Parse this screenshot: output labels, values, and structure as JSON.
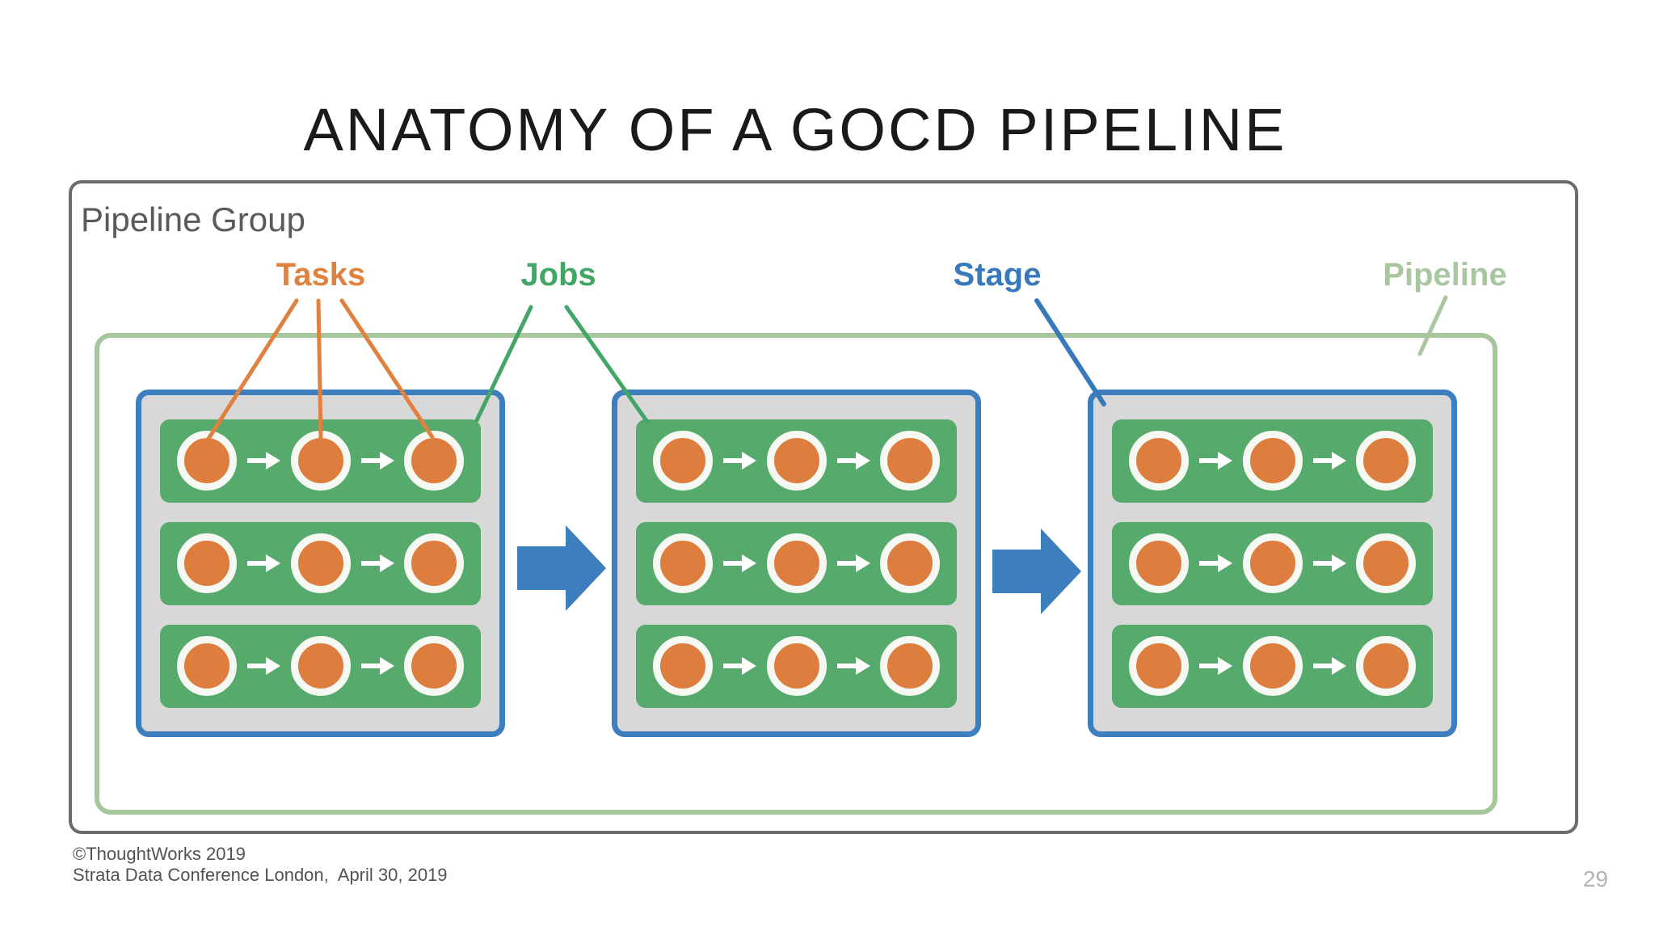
{
  "slide": {
    "title": "ANATOMY OF A GOCD PIPELINE",
    "footer": {
      "copyright": "©ThoughtWorks 2019",
      "conference": "Strata Data Conference London,  April 30, 2019"
    },
    "page_number": "29"
  },
  "diagram": {
    "group_label": "Pipeline Group",
    "annotations": {
      "tasks": "Tasks",
      "jobs": "Jobs",
      "stage": "Stage",
      "pipeline": "Pipeline"
    },
    "structure": {
      "stage_count": 3,
      "jobs_per_stage": 3,
      "tasks_per_job": 3
    },
    "colors": {
      "task_orange": "#de7e3e",
      "job_green": "#56ab6c",
      "stage_blue": "#3d7ebf",
      "stage_fill_gray": "#d8d8d8",
      "pipeline_sage": "#a6c79e",
      "group_border_gray": "#6b6b6b",
      "label_tasks": "#e0813f",
      "label_jobs": "#43a566",
      "label_stage": "#3879bb",
      "label_pipeline": "#a8c7a1"
    }
  }
}
